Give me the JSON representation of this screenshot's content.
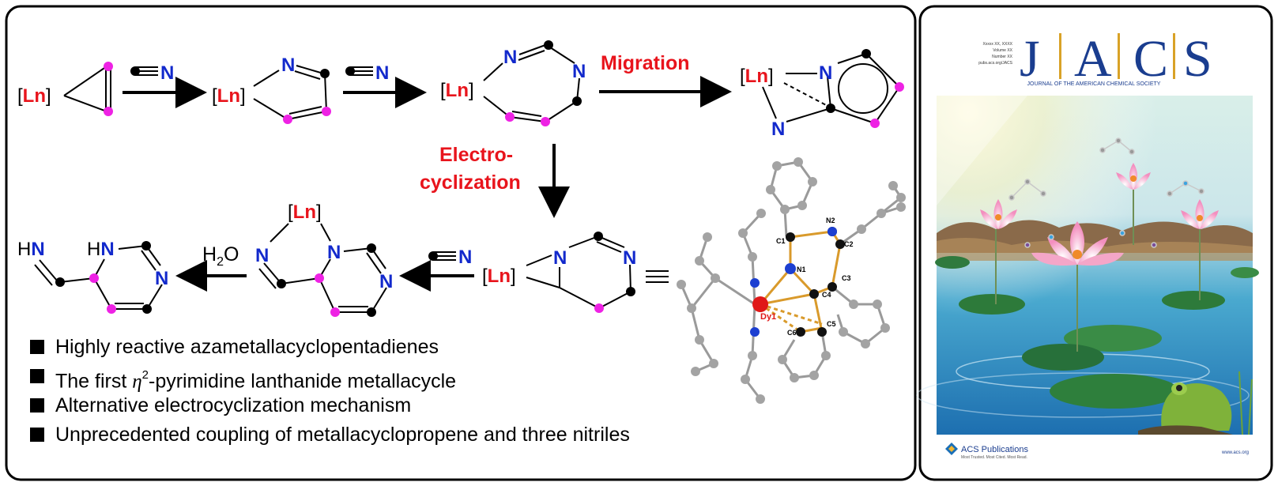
{
  "metal_label": "[Ln]",
  "nitrile_label": "N",
  "atom_N": "N",
  "atom_NH": "HN",
  "atom_HN_ring": "HN",
  "water": {
    "main": "H",
    "sub": "2",
    "tail": "O"
  },
  "arrow_labels": {
    "migration": "Migration",
    "electrocyclization_1": "Electro-",
    "electrocyclization_2": "cyclization"
  },
  "crystal_labels": [
    "N2",
    "C1",
    "C2",
    "N1",
    "C3",
    "C4",
    "C5",
    "C6",
    "Dy1"
  ],
  "bullets": [
    {
      "pre": "Highly reactive azametallacyclopentadienes"
    },
    {
      "pre": "The first ",
      "eta": "η",
      "sup": "2",
      "post": "-pyrimidine lanthanide metallacycle"
    },
    {
      "pre": "Alternative electrocyclization mechanism"
    },
    {
      "pre": "Unprecedented coupling of metallacyclopropene and three nitriles"
    }
  ],
  "cover": {
    "letters": [
      "J",
      "A",
      "C",
      "S"
    ],
    "subtitle": "JOURNAL OF THE AMERICAN CHEMICAL SOCIETY",
    "meta_lines": [
      "Xxxxx XX, XXXX",
      "Volume XX",
      "Number XX",
      "pubs.acs.org/JACS"
    ],
    "publisher": "ACS Publications",
    "tagline": "Most Trusted. Most Cited. Most Read.",
    "url": "www.acs.org"
  },
  "colors": {
    "metal": "#e8141c",
    "nitrogen": "#1229cc",
    "carbon_pink": "#ee22e4",
    "accent_red": "#e8141c",
    "jacs_blue": "#1a3d8f",
    "jacs_gold": "#d9a227"
  }
}
